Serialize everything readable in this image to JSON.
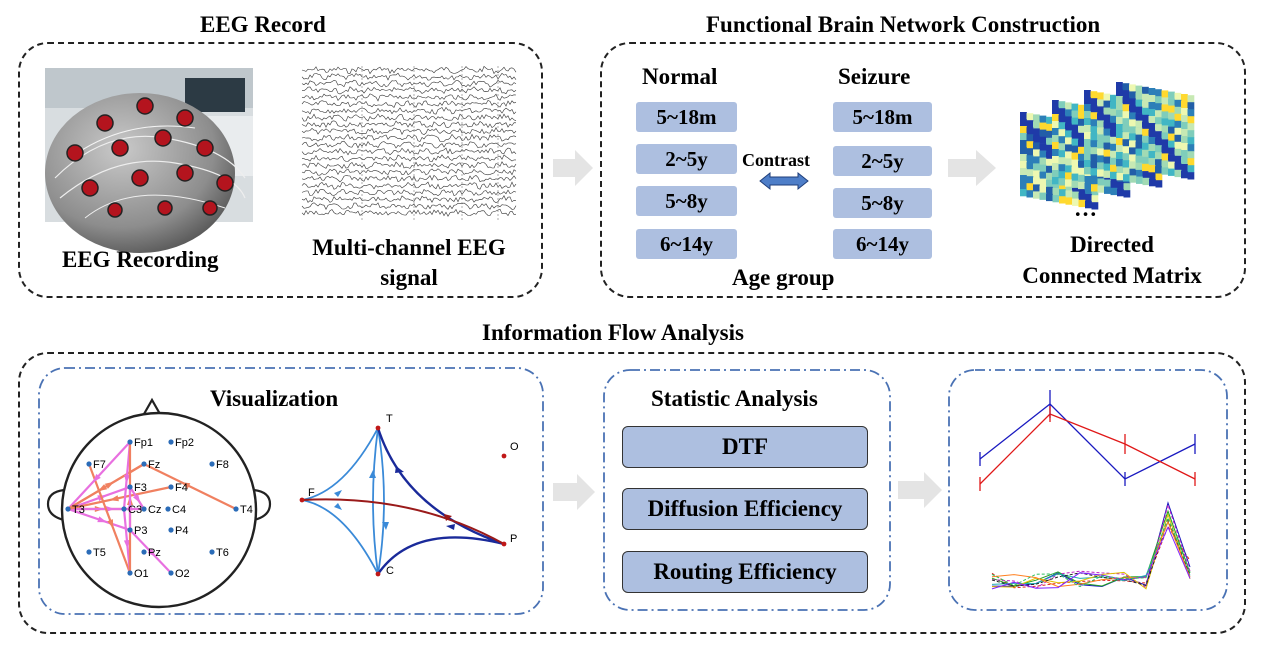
{
  "eeg_record": {
    "title": "EEG Record",
    "photo_caption": "EEG Recording",
    "signal_caption_line1": "Multi-channel EEG",
    "signal_caption_line2": "signal"
  },
  "network": {
    "title": "Functional Brain Network Construction",
    "normal_label": "Normal",
    "seizure_label": "Seizure",
    "normal_groups": [
      "5~18m",
      "2~5y",
      "5~8y",
      "6~14y"
    ],
    "seizure_groups": [
      "5~18m",
      "2~5y",
      "5~8y",
      "6~14y"
    ],
    "contrast_label": "Contrast",
    "age_group_label": "Age group",
    "matrix_ellipsis": "…",
    "matrix_caption_line1": "Directed",
    "matrix_caption_line2": "Connected Matrix"
  },
  "flow": {
    "title": "Information Flow Analysis",
    "visualization_title": "Visualization",
    "electrodes": [
      "Fp1",
      "Fp2",
      "F7",
      "Fz",
      "F8",
      "F3",
      "F4",
      "T3",
      "C3",
      "Cz",
      "C4",
      "T4",
      "P3",
      "P4",
      "T5",
      "Pz",
      "T6",
      "O1",
      "O2"
    ],
    "graph_nodes": [
      "T",
      "O",
      "F",
      "P",
      "C"
    ],
    "statistic_title": "Statistic Analysis",
    "methods": [
      "DTF",
      "Diffusion Efficiency",
      "Routing Efficiency"
    ]
  },
  "colors": {
    "pill_blue": "#adbfe0",
    "arrow_grey": "#e4e4e4",
    "frame_blue": "#4a72b4",
    "edge_salmon": "#f08060",
    "edge_magenta": "#e870e0",
    "graph_blue": "#3a8ad8",
    "graph_navy": "#1a2a9a",
    "graph_red": "#9a1a1a"
  }
}
